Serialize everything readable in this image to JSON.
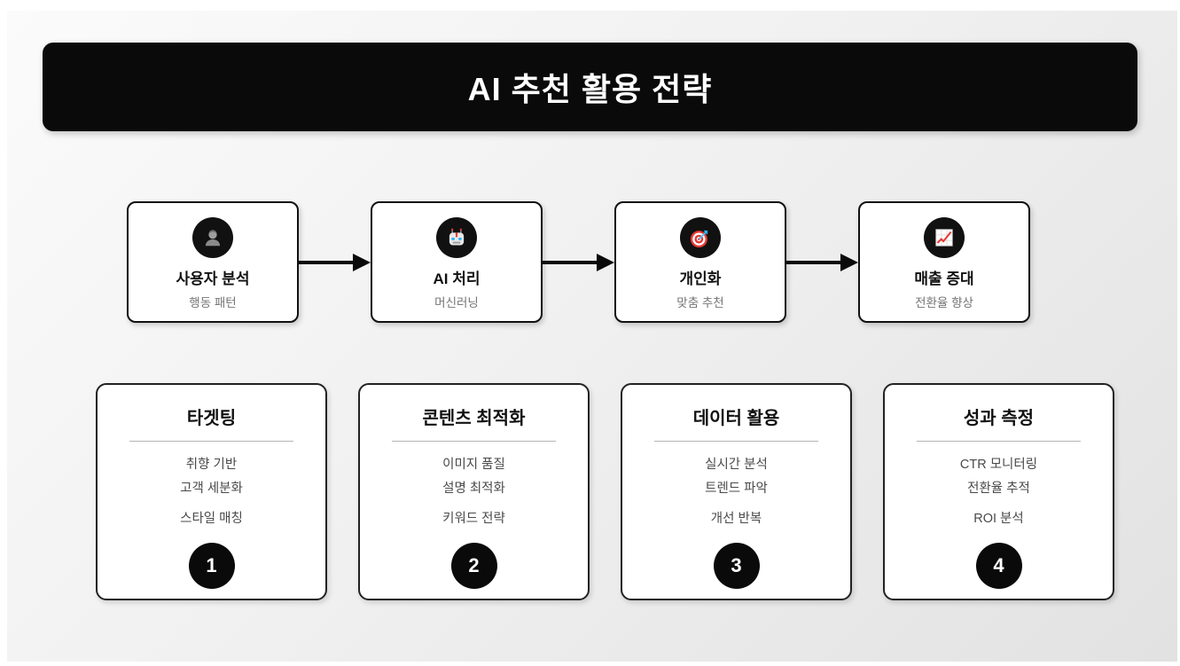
{
  "page": {
    "title": "AI 추천 활용 전략"
  },
  "flow": {
    "steps": [
      {
        "icon": "user-icon",
        "title": "사용자 분석",
        "subtitle": "행동 패턴"
      },
      {
        "icon": "robot-icon",
        "title": "AI 처리",
        "subtitle": "머신러닝"
      },
      {
        "icon": "target-icon",
        "title": "개인화",
        "subtitle": "맞춤 추천"
      },
      {
        "icon": "chart-icon",
        "title": "매출 증대",
        "subtitle": "전환율 향상"
      }
    ]
  },
  "strategies": [
    {
      "number": "1",
      "title": "타겟팅",
      "items": [
        "취향 기반",
        "고객 세분화",
        "스타일 매칭"
      ]
    },
    {
      "number": "2",
      "title": "콘텐츠 최적화",
      "items": [
        "이미지 품질",
        "설명 최적화",
        "키워드 전략"
      ]
    },
    {
      "number": "3",
      "title": "데이터 활용",
      "items": [
        "실시간 분석",
        "트렌드 파악",
        "개선 반복"
      ]
    },
    {
      "number": "4",
      "title": "성과 측정",
      "items": [
        "CTR 모니터링",
        "전환율 추적",
        "ROI 분석"
      ]
    }
  ],
  "colors": {
    "header_bg": "#0a0a0a",
    "card_bg": "#ffffff",
    "card_border": "#111111",
    "arrow": "#0a0a0a",
    "number_badge_bg": "#0a0a0a",
    "subtitle_text": "#757575",
    "icon_red": "#e53935",
    "icon_blue": "#29b6f6",
    "background_gradient_start": "#fbfbfb",
    "background_gradient_end": "#e2e2e2"
  }
}
